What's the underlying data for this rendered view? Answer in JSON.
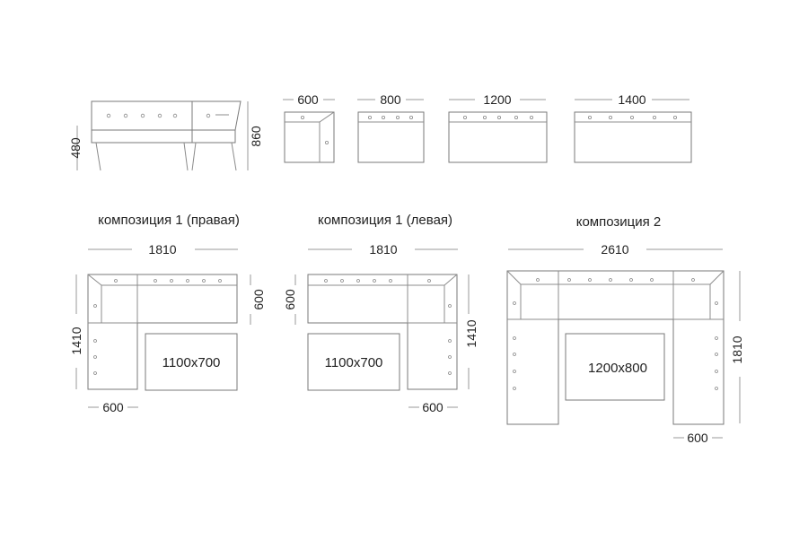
{
  "colors": {
    "line": "#8c8c8c",
    "text": "#222222",
    "background": "#ffffff"
  },
  "side_view": {
    "height_seat": "480",
    "height_back": "860"
  },
  "modules": [
    {
      "width": "600"
    },
    {
      "width": "800"
    },
    {
      "width": "1200"
    },
    {
      "width": "1400"
    }
  ],
  "compositions": [
    {
      "title": "композиция 1 (правая)",
      "width": "1810",
      "depth": "1410",
      "arm_depth": "600",
      "seat_depth": "600",
      "table": "1100x700"
    },
    {
      "title": "композиция 1 (левая)",
      "width": "1810",
      "depth": "1410",
      "arm_depth": "600",
      "seat_depth": "600",
      "table": "1100x700"
    },
    {
      "title": "композиция 2",
      "width": "2610",
      "depth": "1810",
      "seat_depth": "600",
      "table": "1200x800"
    }
  ]
}
